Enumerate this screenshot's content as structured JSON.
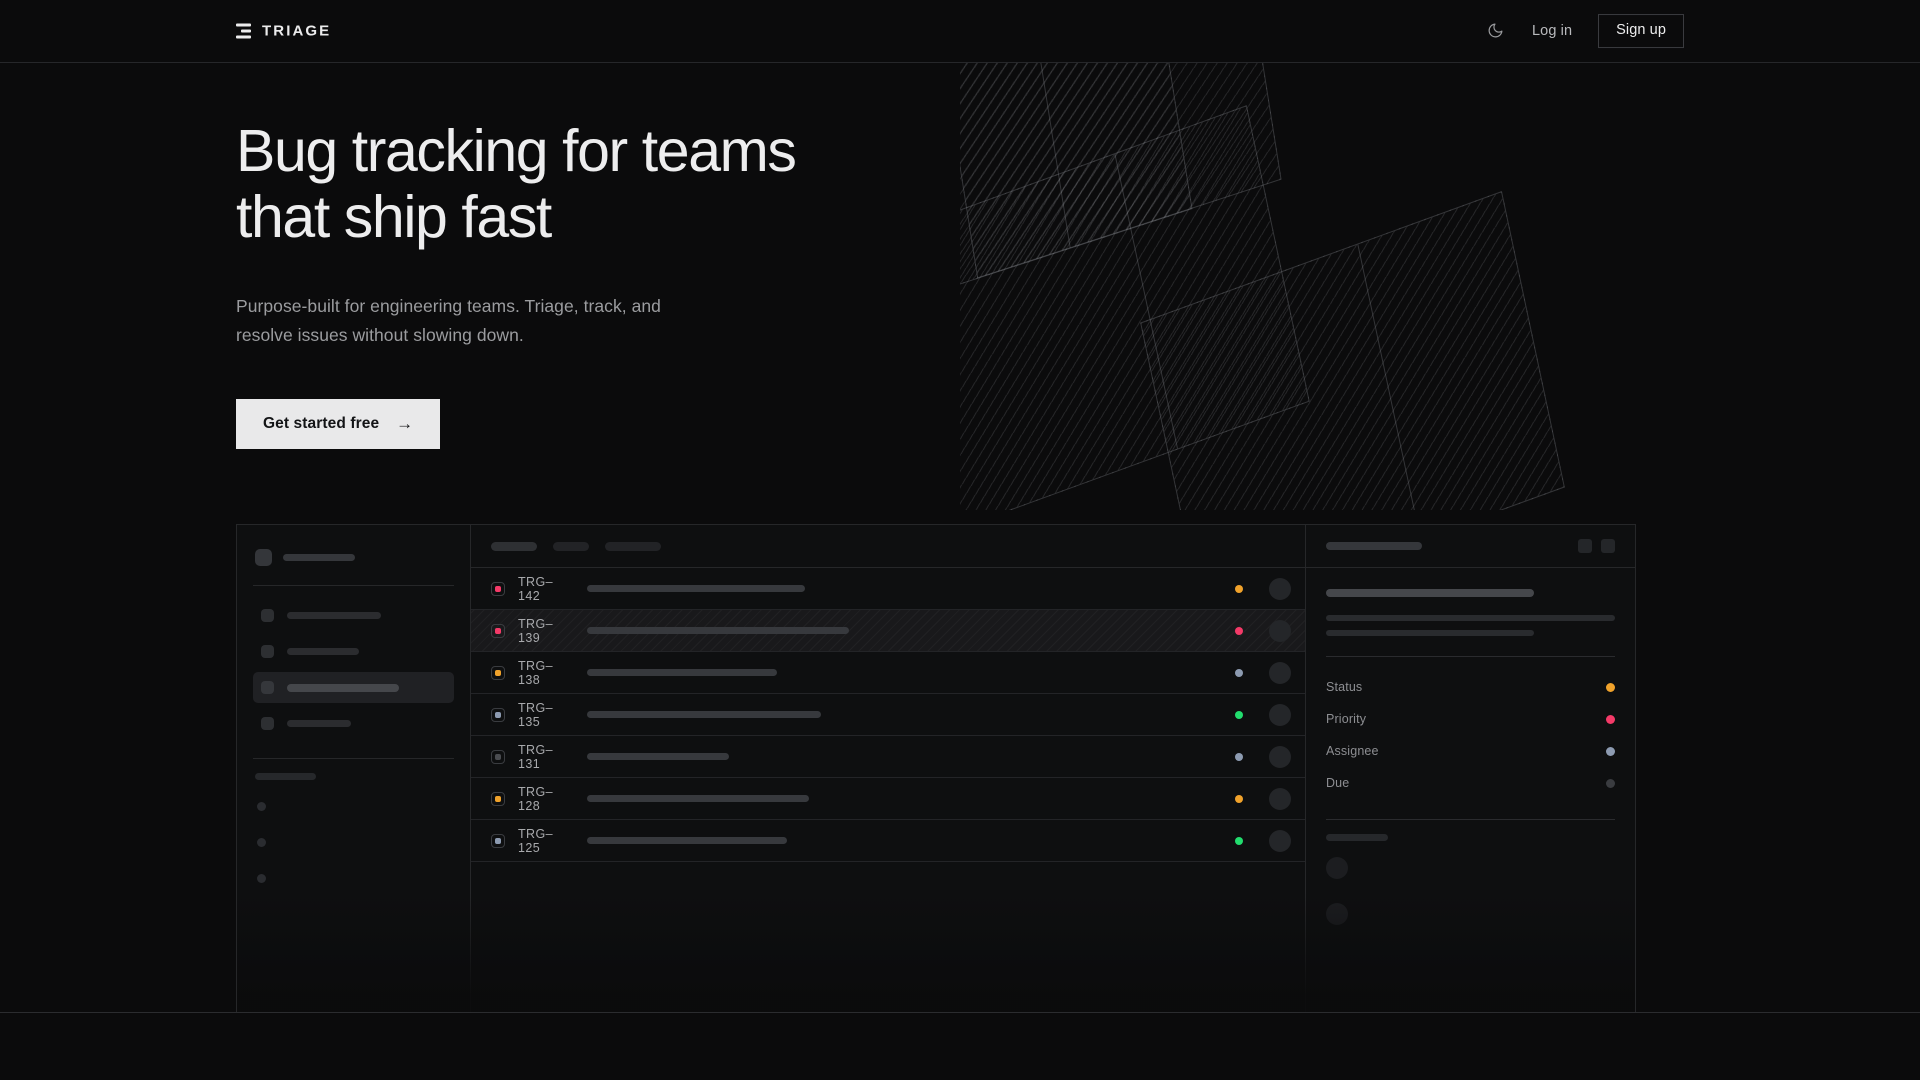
{
  "header": {
    "brand": "TRIAGE",
    "brand_icon": "stacked-bars-logo",
    "theme_toggle_icon": "moon-icon",
    "login_label": "Log in",
    "signup_label": "Sign up"
  },
  "hero": {
    "headline": "Bug tracking for teams\nthat ship fast",
    "subheadline": "Purpose-built for engineering teams. Triage, track, and\nresolve issues without slowing down.",
    "cta_label": "Get started free",
    "cta_arrow": "→"
  },
  "colors": {
    "page_bg": "#0b0b0c",
    "surface": "#0e0f10",
    "border": "#262729",
    "text_primary": "#ededee",
    "text_muted": "#9b9c9f",
    "cta_bg": "#e9e9ea",
    "status_orange": "#f0a22b",
    "status_pink": "#f43a68",
    "status_green": "#22dd6e",
    "status_slate": "#8d9bb1",
    "status_gray": "#3a3c40"
  },
  "mockup": {
    "sidebar": {
      "workspace_label_width": 72,
      "nav_items": [
        {
          "name": "nav-item-1",
          "width": 94,
          "active": false
        },
        {
          "name": "nav-item-2",
          "width": 72,
          "active": false
        },
        {
          "name": "nav-item-3",
          "width": 112,
          "active": true
        },
        {
          "name": "nav-item-4",
          "width": 64,
          "active": false
        }
      ],
      "section_label_width": 61,
      "mini_dots": 3
    },
    "toolbar_chips": [
      {
        "width": 46,
        "active": true
      },
      {
        "width": 36,
        "active": false
      },
      {
        "width": 56,
        "active": false
      }
    ],
    "issues": [
      {
        "id": "TRG–142",
        "priority_color": "#f43a68",
        "title_width": 218,
        "status_color": "#f0a22b",
        "selected": false
      },
      {
        "id": "TRG–139",
        "priority_color": "#f43a68",
        "title_width": 262,
        "status_color": "#f43a68",
        "selected": true
      },
      {
        "id": "TRG–138",
        "priority_color": "#f0a22b",
        "title_width": 190,
        "status_color": "#8d9bb1",
        "selected": false
      },
      {
        "id": "TRG–135",
        "priority_color": "#8d9bb1",
        "title_width": 234,
        "status_color": "#22dd6e",
        "selected": false
      },
      {
        "id": "TRG–131",
        "priority_color": "#4a4c50",
        "title_width": 142,
        "status_color": "#8d9bb1",
        "selected": false
      },
      {
        "id": "TRG–128",
        "priority_color": "#f0a22b",
        "title_width": 222,
        "status_color": "#f0a22b",
        "selected": false
      },
      {
        "id": "TRG–125",
        "priority_color": "#8d9bb1",
        "title_width": 200,
        "status_color": "#22dd6e",
        "selected": false
      }
    ],
    "detail": {
      "title_bar_width": 96,
      "action_buttons": 2,
      "body_lines": [
        100,
        72
      ],
      "fields": [
        {
          "label": "Status",
          "color": "#f0a22b"
        },
        {
          "label": "Priority",
          "color": "#f43a68"
        },
        {
          "label": "Assignee",
          "color": "#8d9bb1"
        },
        {
          "label": "Due",
          "color": "#3a3c40"
        }
      ],
      "activity_avatars": 2
    }
  }
}
